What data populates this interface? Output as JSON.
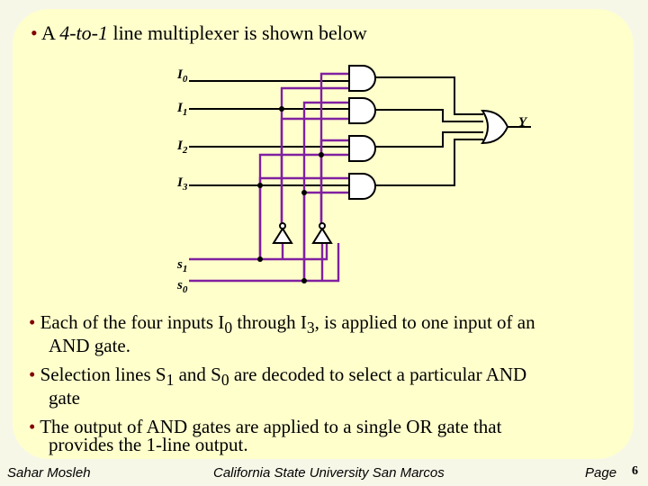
{
  "heading": {
    "prefix": "A ",
    "emphasis": "4-to-1",
    "suffix": " line multiplexer is shown below"
  },
  "diagram": {
    "inputs": [
      {
        "base": "I",
        "sub": "0"
      },
      {
        "base": "I",
        "sub": "1"
      },
      {
        "base": "I",
        "sub": "2"
      },
      {
        "base": "I",
        "sub": "3"
      }
    ],
    "selects": [
      {
        "base": "s",
        "sub": "1"
      },
      {
        "base": "s",
        "sub": "0"
      }
    ],
    "output": "Y",
    "colors": {
      "wire": "#000000",
      "select_wire": "#8020a0",
      "gate_fill": "#ffffff"
    }
  },
  "bullets": [
    {
      "parts": [
        "Each of the four inputs I",
        "0",
        " through I",
        "3",
        ", is applied to one input of an"
      ],
      "cont": "AND gate."
    },
    {
      "parts": [
        "Selection lines S",
        "1",
        " and S",
        "0",
        "  are decoded to select a particular AND"
      ],
      "cont": "gate"
    },
    {
      "parts": [
        "The output of AND gates are applied to a single OR gate that"
      ],
      "cont": "provides the 1-line output."
    }
  ],
  "footer": {
    "author": "Sahar Mosleh",
    "institution": "California State University San Marcos",
    "page_label": "Page",
    "page_number": "6"
  }
}
